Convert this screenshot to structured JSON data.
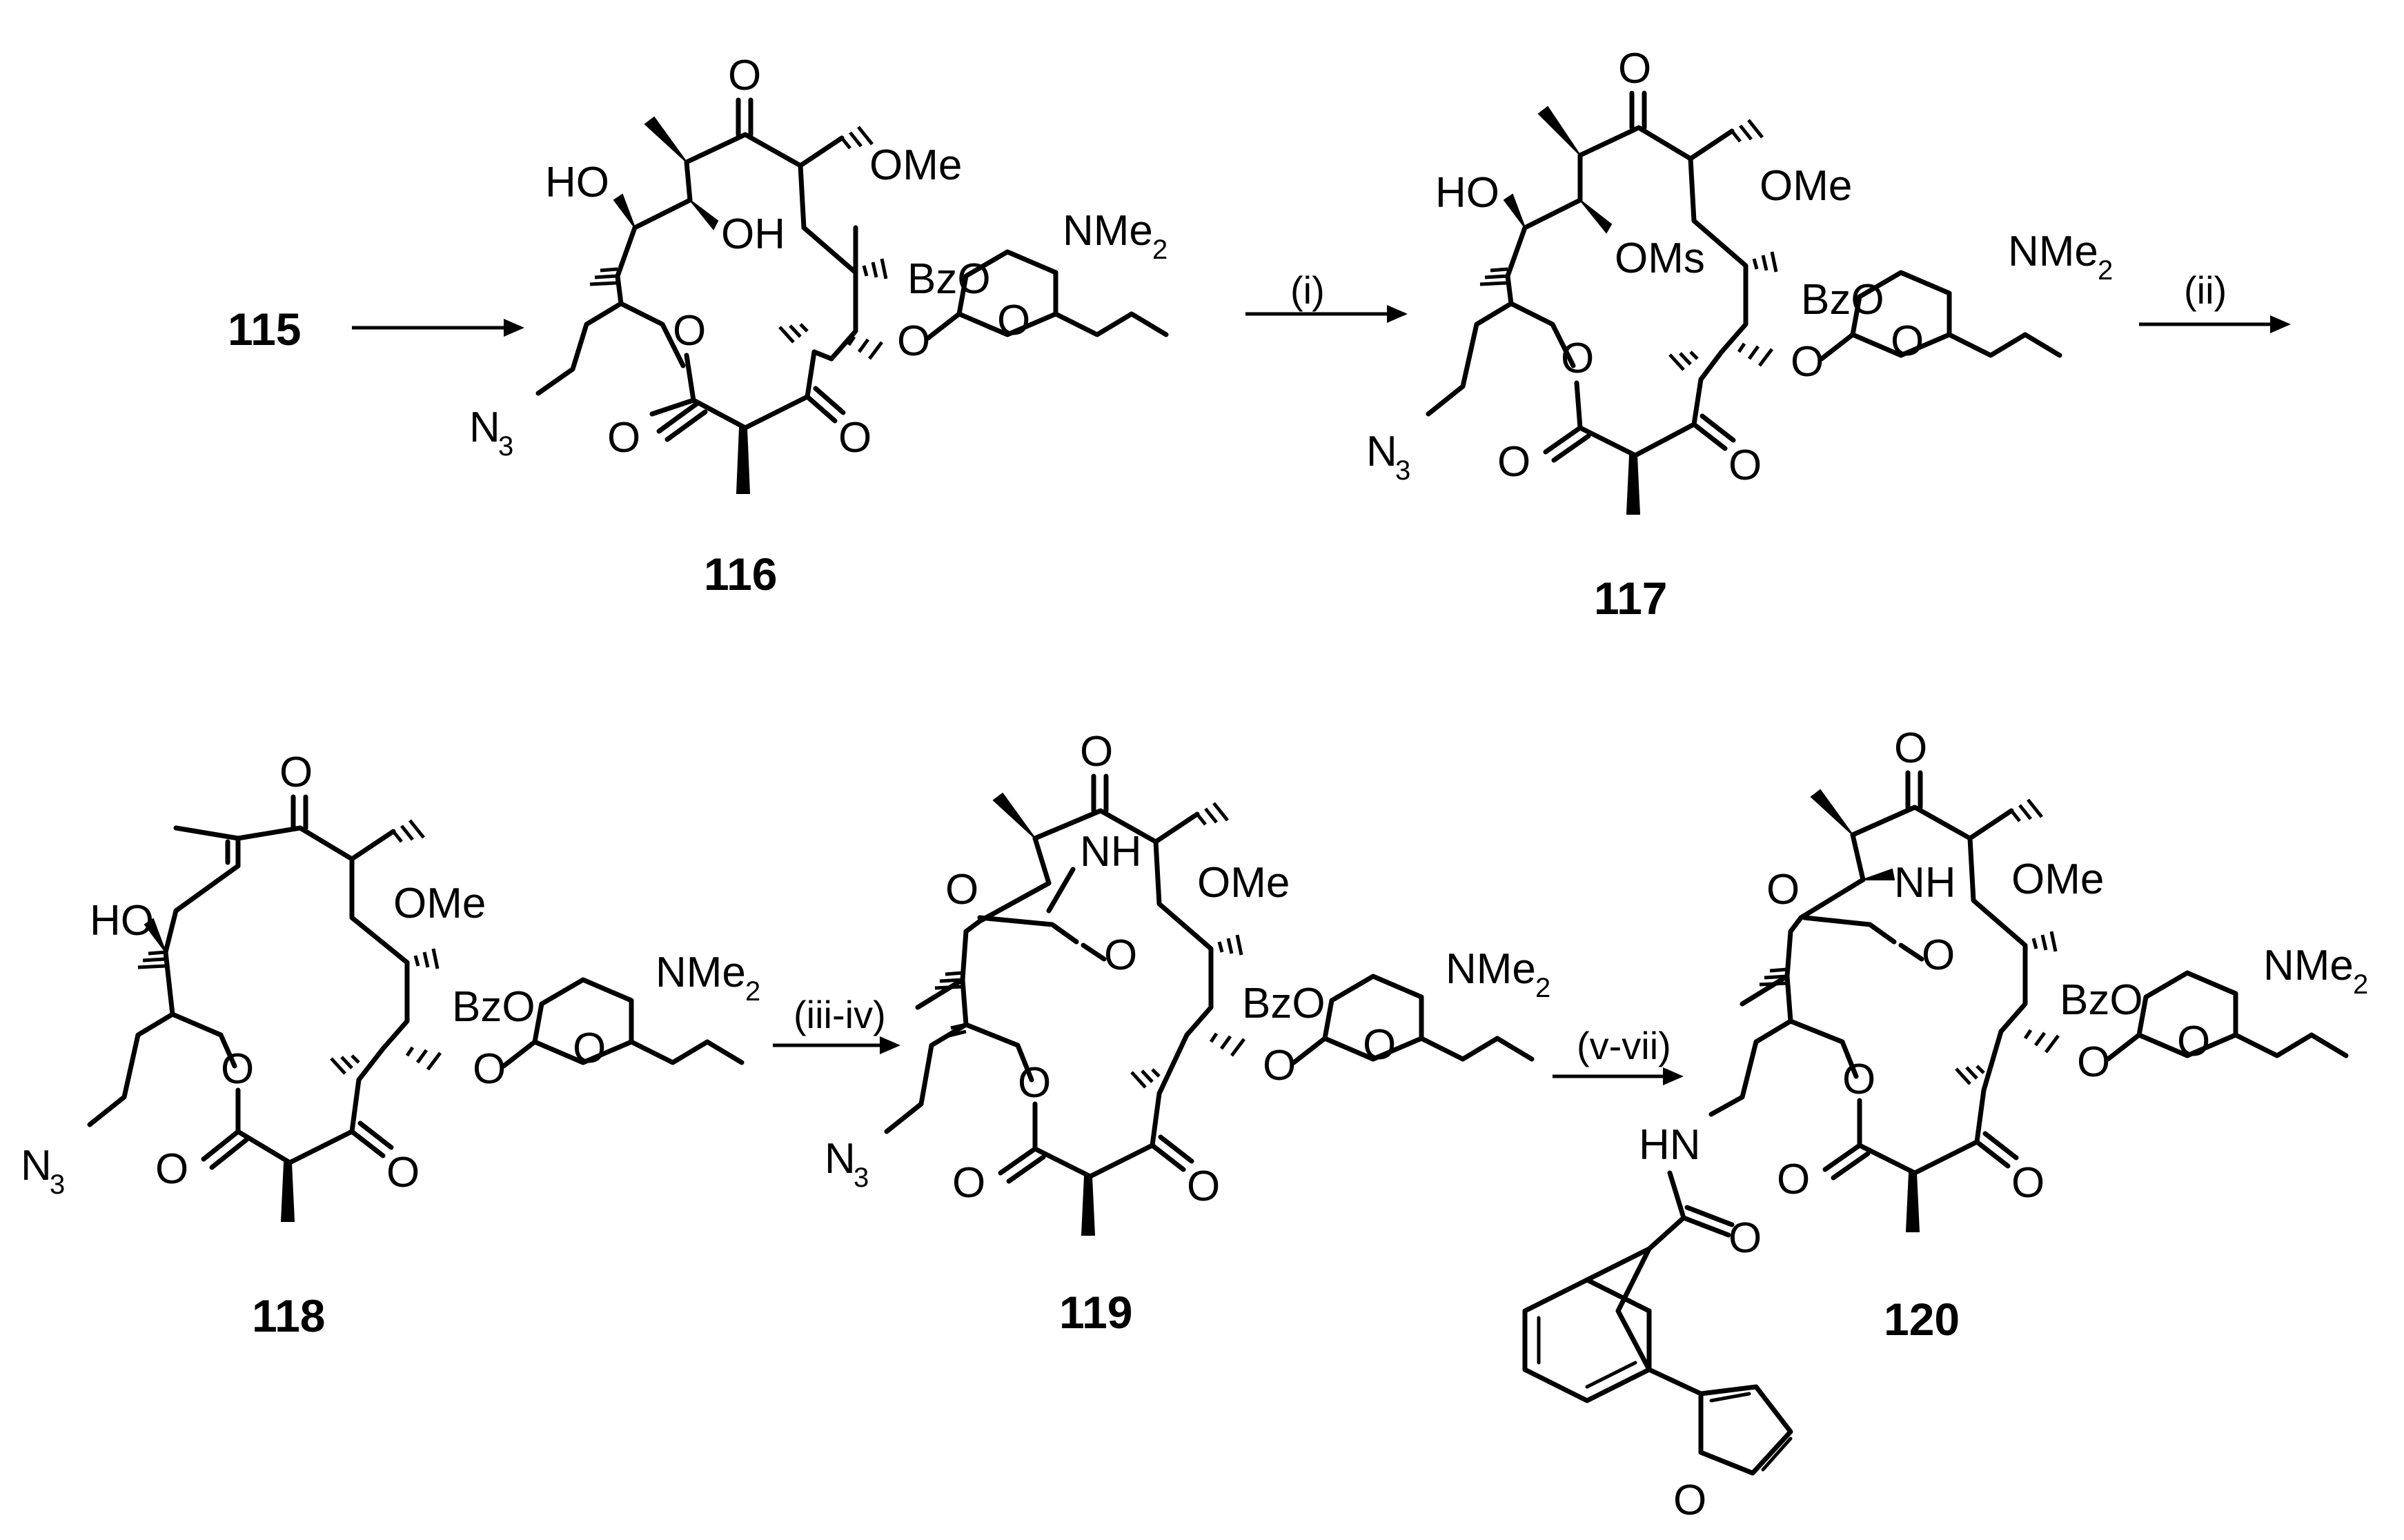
{
  "scheme": {
    "start_compound": "115",
    "compounds": [
      {
        "id": "116"
      },
      {
        "id": "117"
      },
      {
        "id": "118"
      },
      {
        "id": "119"
      },
      {
        "id": "120"
      }
    ],
    "conditions": [
      "(i)",
      "(ii)",
      "(iii-iv)",
      "(v-vii)"
    ]
  },
  "atoms": {
    "O": "O",
    "OH": "OH",
    "HO": "HO",
    "OMe": "OMe",
    "BzO": "BzO",
    "NMe": "NMe",
    "two": "2",
    "three": "3",
    "N": "N",
    "NH": "NH",
    "HN": "HN",
    "OMs": "OMs"
  }
}
